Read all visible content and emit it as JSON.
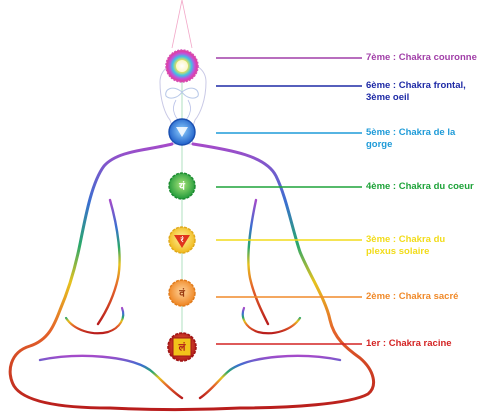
{
  "chakras": [
    {
      "id": "crown",
      "lines": [
        "7ème : Chakra couronne"
      ],
      "color": "#a13fa8",
      "symbol": ""
    },
    {
      "id": "third-eye",
      "lines": [
        "6ème : Chakra frontal,",
        "3ème oeil"
      ],
      "color": "#1e2aa6",
      "symbol": ""
    },
    {
      "id": "throat",
      "lines": [
        "5ème : Chakra de la",
        "gorge"
      ],
      "color": "#1f9bd8",
      "symbol": ""
    },
    {
      "id": "heart",
      "lines": [
        "4ème : Chakra du coeur"
      ],
      "color": "#1fa33a",
      "symbol": "यं"
    },
    {
      "id": "solar",
      "lines": [
        "3ème : Chakra du",
        "plexus solaire"
      ],
      "color": "#f2dc1a",
      "symbol": "रं"
    },
    {
      "id": "sacral",
      "lines": [
        "2ème : Chakra sacré"
      ],
      "color": "#f08a2a",
      "symbol": "वं"
    },
    {
      "id": "root",
      "lines": [
        "1er : Chakra racine"
      ],
      "color": "#d42424",
      "symbol": "लं"
    }
  ]
}
